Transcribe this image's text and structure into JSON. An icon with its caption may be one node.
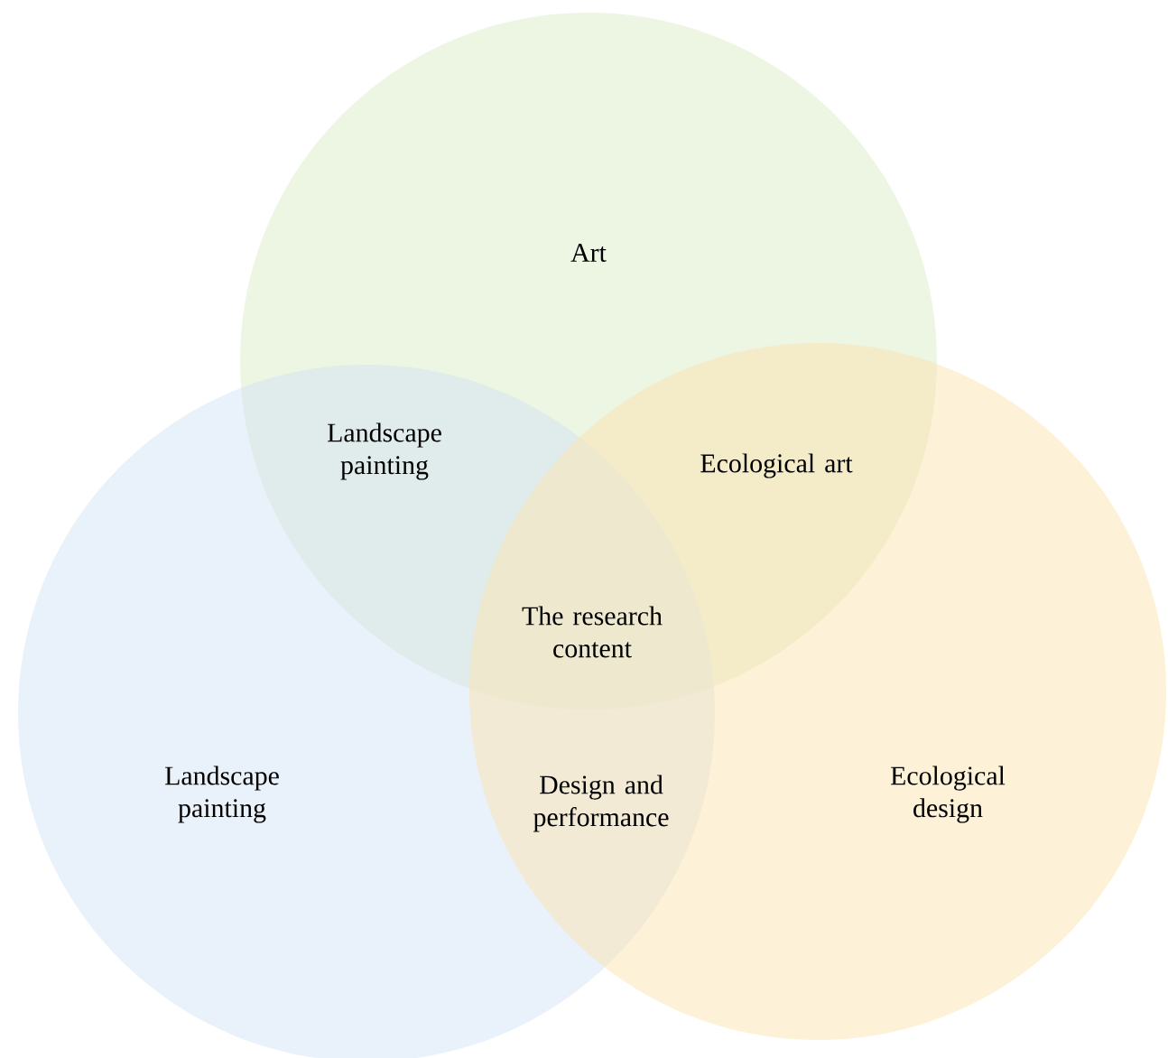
{
  "diagram": {
    "nodes": [
      {
        "text": [
          "Art"
        ]
      },
      {
        "text": [
          "Landscape painting"
        ]
      },
      {
        "text": [
          "Ecological design"
        ]
      }
    ],
    "labels": [
      "Landscape painting",
      "Ecological art",
      "The research content",
      "Design and performance"
    ]
  }
}
